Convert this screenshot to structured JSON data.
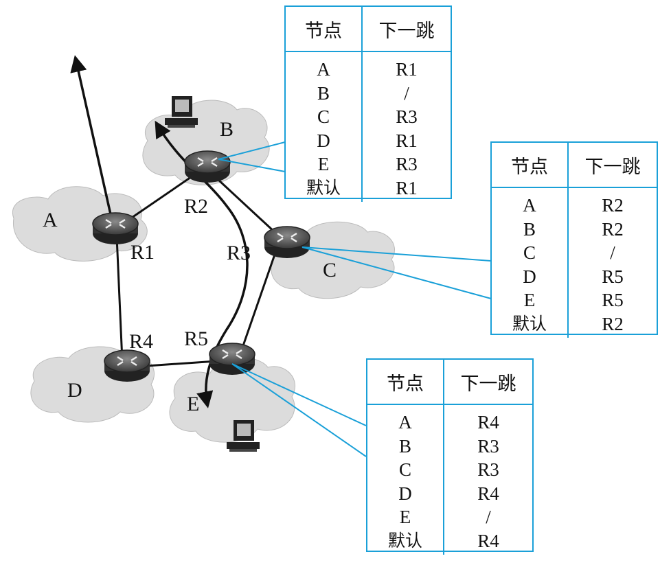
{
  "networks": [
    {
      "id": "A",
      "label": "A"
    },
    {
      "id": "B",
      "label": "B"
    },
    {
      "id": "C",
      "label": "C"
    },
    {
      "id": "D",
      "label": "D"
    },
    {
      "id": "E",
      "label": "E"
    }
  ],
  "routers": [
    {
      "id": "R1",
      "label": "R1"
    },
    {
      "id": "R2",
      "label": "R2"
    },
    {
      "id": "R3",
      "label": "R3"
    },
    {
      "id": "R4",
      "label": "R4"
    },
    {
      "id": "R5",
      "label": "R5"
    }
  ],
  "tables": {
    "r2": {
      "header": {
        "node": "节点",
        "next_hop": "下一跳"
      },
      "rows": [
        {
          "node": "A",
          "next_hop": "R1"
        },
        {
          "node": "B",
          "next_hop": "/"
        },
        {
          "node": "C",
          "next_hop": "R3"
        },
        {
          "node": "D",
          "next_hop": "R1"
        },
        {
          "node": "E",
          "next_hop": "R3"
        },
        {
          "node": "默认",
          "next_hop": "R1"
        }
      ]
    },
    "r3": {
      "header": {
        "node": "节点",
        "next_hop": "下一跳"
      },
      "rows": [
        {
          "node": "A",
          "next_hop": "R2"
        },
        {
          "node": "B",
          "next_hop": "R2"
        },
        {
          "node": "C",
          "next_hop": "/"
        },
        {
          "node": "D",
          "next_hop": "R5"
        },
        {
          "node": "E",
          "next_hop": "R5"
        },
        {
          "node": "默认",
          "next_hop": "R2"
        }
      ]
    },
    "r5": {
      "header": {
        "node": "节点",
        "next_hop": "下一跳"
      },
      "rows": [
        {
          "node": "A",
          "next_hop": "R4"
        },
        {
          "node": "B",
          "next_hop": "R3"
        },
        {
          "node": "C",
          "next_hop": "R3"
        },
        {
          "node": "D",
          "next_hop": "R4"
        },
        {
          "node": "E",
          "next_hop": "/"
        },
        {
          "node": "默认",
          "next_hop": "R4"
        }
      ]
    }
  },
  "colors": {
    "table_border": "#1aa0d8",
    "line": "#111111",
    "cloud_fill": "#dcdcdc",
    "router_fill": "#555555"
  },
  "icons": {
    "host": "computer-icon",
    "router": "router-icon",
    "network": "cloud-icon"
  }
}
